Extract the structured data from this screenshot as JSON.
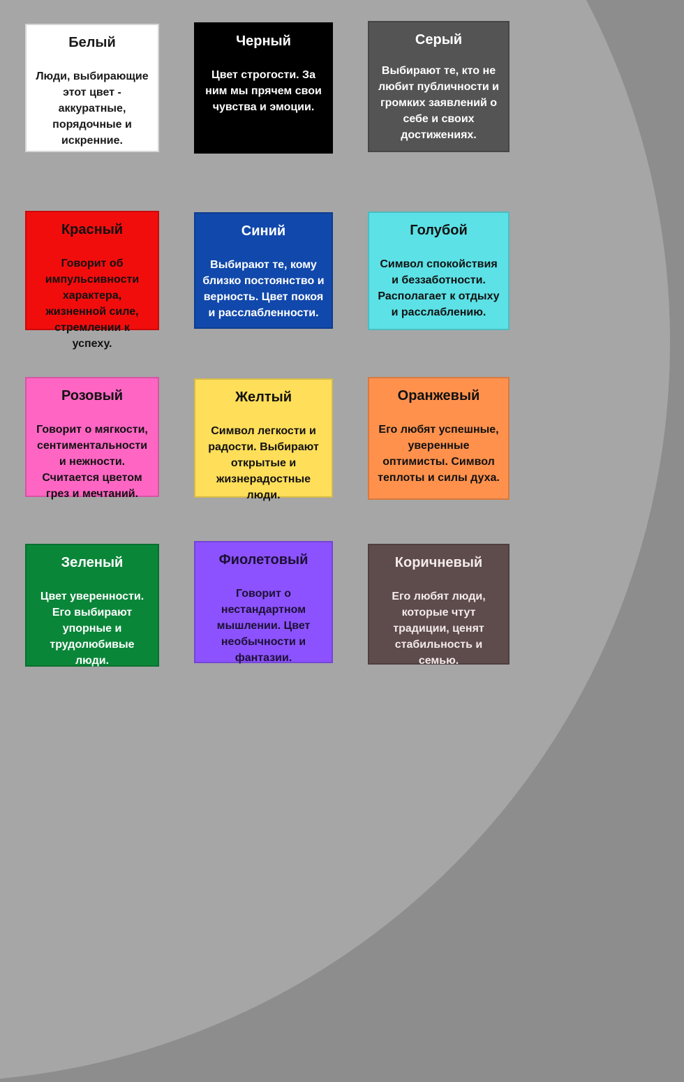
{
  "background": {
    "base_color": "#8d8d8d",
    "circle_color": "#a6a6a6"
  },
  "cards": [
    {
      "name": "white",
      "title": "Белый",
      "body": "Люди, выбирающие этот цвет - аккуратные, порядочные и искренние.",
      "bg": "#ffffff",
      "fg": "#1a1a1a"
    },
    {
      "name": "black",
      "title": "Черный",
      "body": "Цвет строгости. За ним мы прячем свои чувства и эмоции.",
      "bg": "#000000",
      "fg": "#ffffff"
    },
    {
      "name": "gray",
      "title": "Серый",
      "body": "Выбирают те, кто не любит публичности и громких заявлений о себе и своих достижениях.",
      "bg": "#545454",
      "fg": "#ffffff"
    },
    {
      "name": "red",
      "title": "Красный",
      "body": "Говорит об импульсивности характера, жизненной силе, стремлении к успеху.",
      "bg": "#f20d0d",
      "fg": "#111111"
    },
    {
      "name": "blue",
      "title": "Синий",
      "body": "Выбирают те, кому близко постоянство и верность. Цвет покоя и расслабленности.",
      "bg": "#1148ab",
      "fg": "#ffffff"
    },
    {
      "name": "light-blue",
      "title": "Голубой",
      "body": "Символ спокойствия и беззаботности. Располагает к отдыху и расслаблению.",
      "bg": "#5ce1e6",
      "fg": "#111111"
    },
    {
      "name": "pink",
      "title": "Розовый",
      "body": "Говорит о мягкости, сентиментальности и нежности. Считается цветом грез и мечтаний.",
      "bg": "#ff66c4",
      "fg": "#111111"
    },
    {
      "name": "yellow",
      "title": "Желтый",
      "body": "Символ легкости и радости. Выбирают открытые и жизнерадостные люди.",
      "bg": "#ffde59",
      "fg": "#111111"
    },
    {
      "name": "orange",
      "title": "Оранжевый",
      "body": "Его любят успешные, уверенные оптимисты. Символ теплоты и силы духа.",
      "bg": "#ff914d",
      "fg": "#111111"
    },
    {
      "name": "green",
      "title": "Зеленый",
      "body": "Цвет уверенности. Его выбирают упорные и трудолюбивые люди.",
      "bg": "#0a8639",
      "fg": "#ffffff"
    },
    {
      "name": "purple",
      "title": "Фиолетовый",
      "body": "Говорит о нестандартном мышлении. Цвет необычности и фантазии.",
      "bg": "#8c52ff",
      "fg": "#1c1033"
    },
    {
      "name": "brown",
      "title": "Коричневый",
      "body": "Его любят люди, которые чтут традиции, ценят стабильность и семью.",
      "bg": "#5e4b4b",
      "fg": "#f3eaea"
    }
  ]
}
